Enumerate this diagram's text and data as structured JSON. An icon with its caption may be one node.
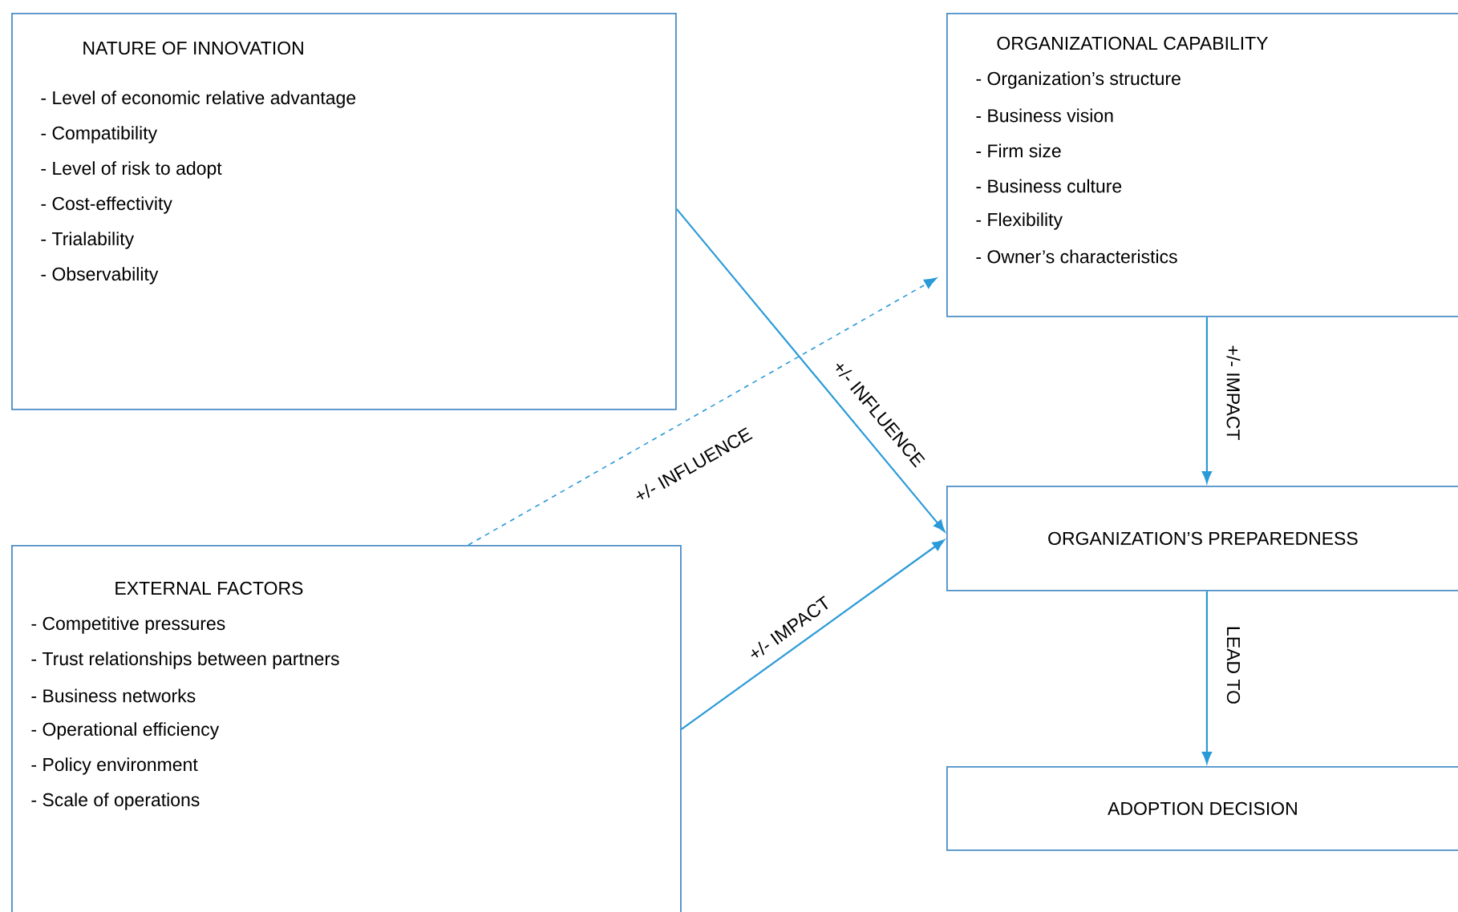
{
  "diagram": {
    "nodes": [
      {
        "text": [
          "NATURE OF INNOVATION",
          "- Level of economic relative advantage",
          "- Compatibility",
          "- Level of risk to adopt",
          "- Cost-effectivity",
          "- Trialability",
          "- Observability"
        ]
      },
      {
        "text": [
          "ORGANIZATIONAL CAPABILITY",
          "- Organization’s structure",
          "- Business vision",
          "- Firm size",
          "- Business culture",
          "- Flexibility",
          "- Owner’s characteristics"
        ]
      },
      {
        "text": [
          "EXTERNAL FACTORS",
          "- Competitive pressures",
          "- Trust relationships between partners",
          "- Business networks",
          "- Operational efficiency",
          "- Policy environment",
          "- Scale of operations"
        ]
      },
      {
        "text": [
          "ORGANIZATION’S PREPAREDNESS"
        ]
      },
      {
        "text": [
          "ADOPTION DECISION"
        ]
      }
    ],
    "edges": [
      {
        "from": 2,
        "to": 1,
        "arrow": "to",
        "label": "+/- INFLUENCE",
        "style": "dashed"
      },
      {
        "from": 0,
        "to": 3,
        "arrow": "to",
        "label": "+/- INFLUENCE"
      },
      {
        "from": 2,
        "to": 3,
        "arrow": "to",
        "label": "+/- IMPACT"
      },
      {
        "from": 1,
        "to": 3,
        "arrow": "to",
        "label": "+/- IMPACT"
      },
      {
        "from": 3,
        "to": 4,
        "arrow": "to",
        "label": "LEAD TO"
      }
    ]
  }
}
